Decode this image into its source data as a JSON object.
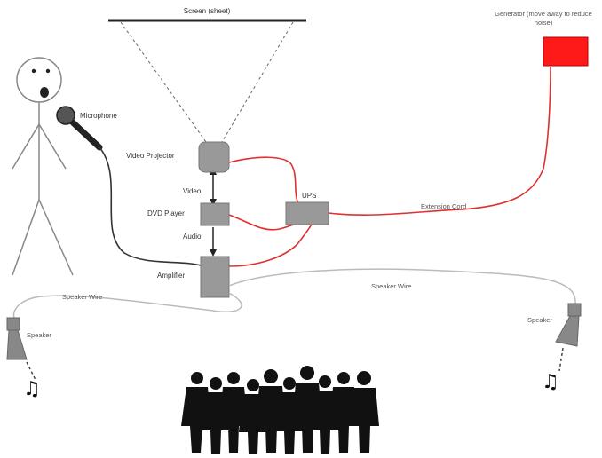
{
  "labels": {
    "screen": "Screen (sheet)",
    "generator": "Generator (move away to reduce noise)",
    "microphone": "Microphone",
    "video_projector": "Video Projector",
    "video": "Video",
    "dvd_player": "DVD Player",
    "audio": "Audio",
    "ups": "UPS",
    "extension_cord": "Extension Cord",
    "amplifier": "Amplifier",
    "speaker_wire_left": "Speaker Wire",
    "speaker_wire_right": "Speaker Wire",
    "speaker_left": "Speaker",
    "speaker_right": "Speaker"
  },
  "colors": {
    "power_cable": "#e03030",
    "signal_cable": "#333333",
    "device_fill": "#999999",
    "generator_fill": "#ff1a1a",
    "speaker_wire": "#bbbbbb"
  },
  "icons": {
    "music_left": "♫",
    "music_right": "♫"
  }
}
